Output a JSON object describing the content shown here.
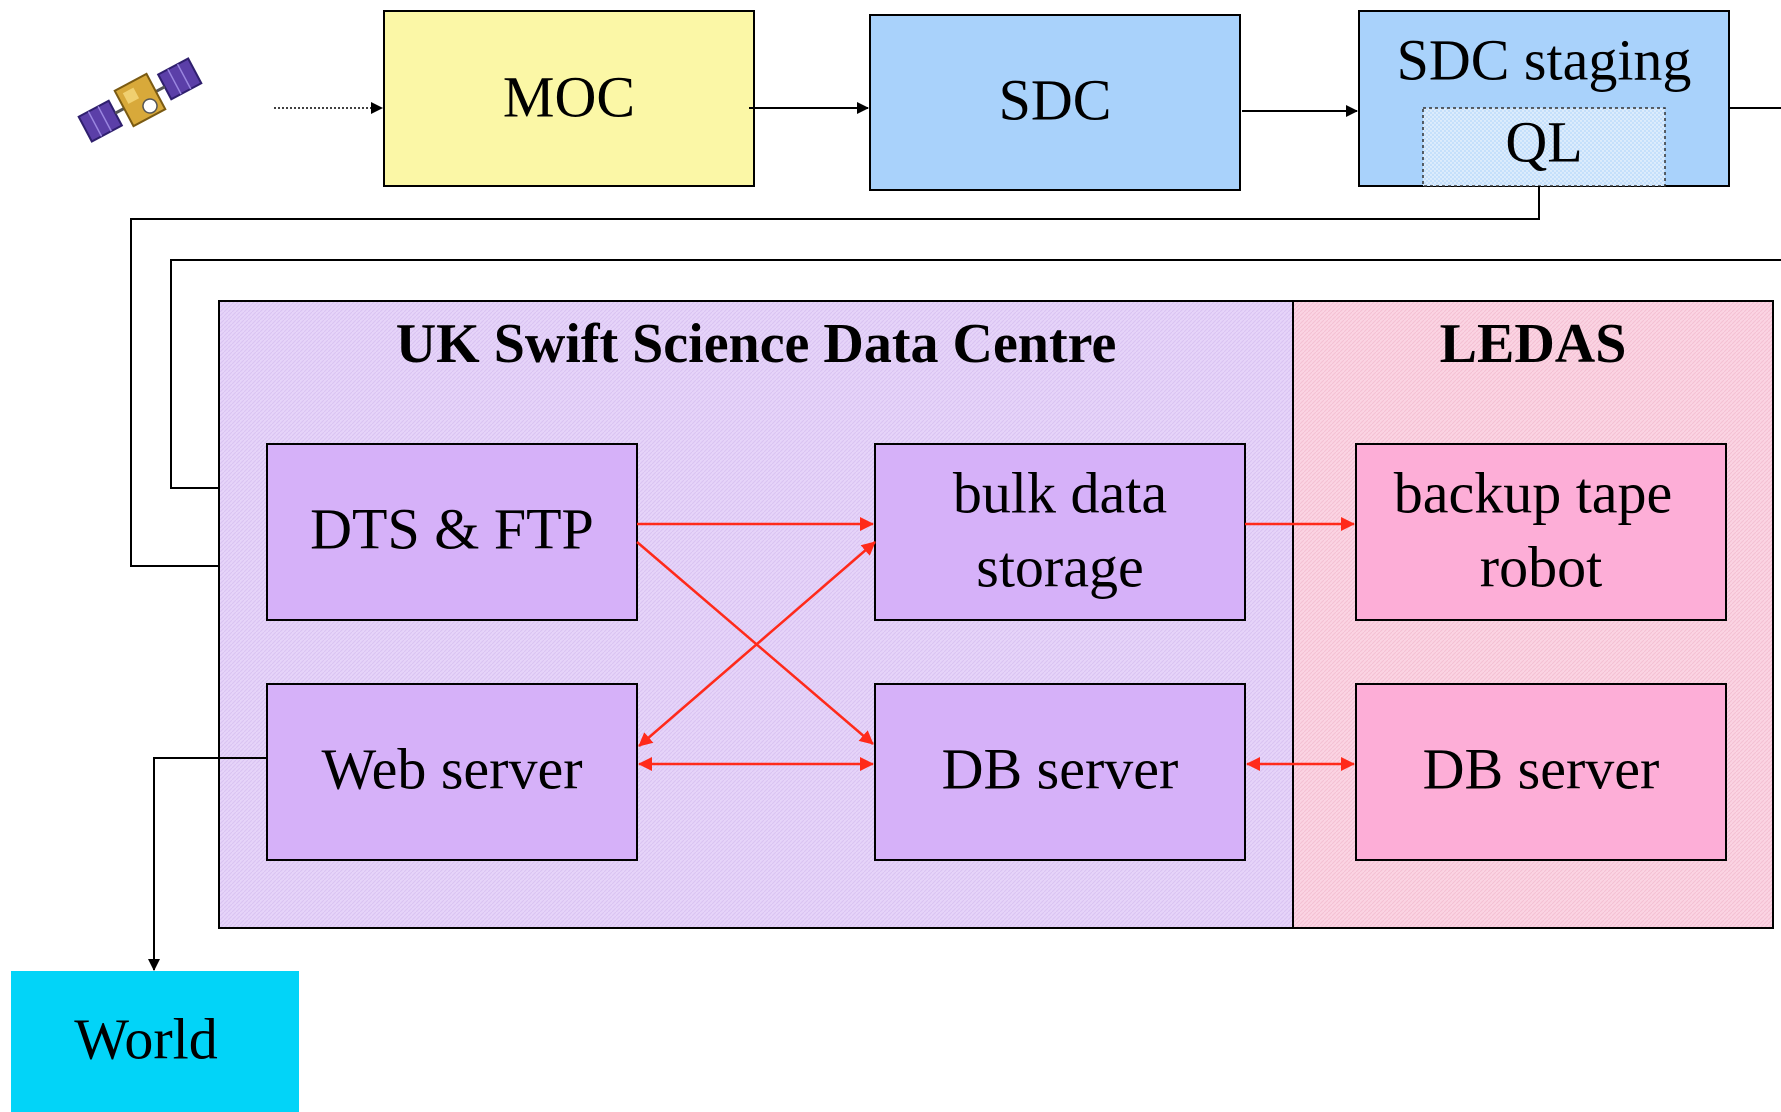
{
  "colors": {
    "moc": "#fbf7a6",
    "sdc": "#a9d2fb",
    "purple_box": "#d6b1f9",
    "purple_region": "#e5d3f8",
    "pink_box": "#fdaed7",
    "pink_region": "#fbd2e2",
    "world": "#02d4f8",
    "red_arrow": "#ff2a1a",
    "black_arrow": "#000000"
  },
  "top_row": {
    "satellite_icon": "satellite-icon",
    "moc": "MOC",
    "sdc": "SDC",
    "sdc_staging": "SDC staging",
    "ql": "QL"
  },
  "uk_region": {
    "title": "UK Swift Science Data Centre",
    "dts_ftp": "DTS & FTP",
    "bulk_line1": "bulk data",
    "bulk_line2": "storage",
    "web_server": "Web server",
    "db_server": "DB server"
  },
  "ledas_region": {
    "title": "LEDAS",
    "backup_line1": "backup tape",
    "backup_line2": "robot",
    "db_server": "DB server"
  },
  "world": "World"
}
